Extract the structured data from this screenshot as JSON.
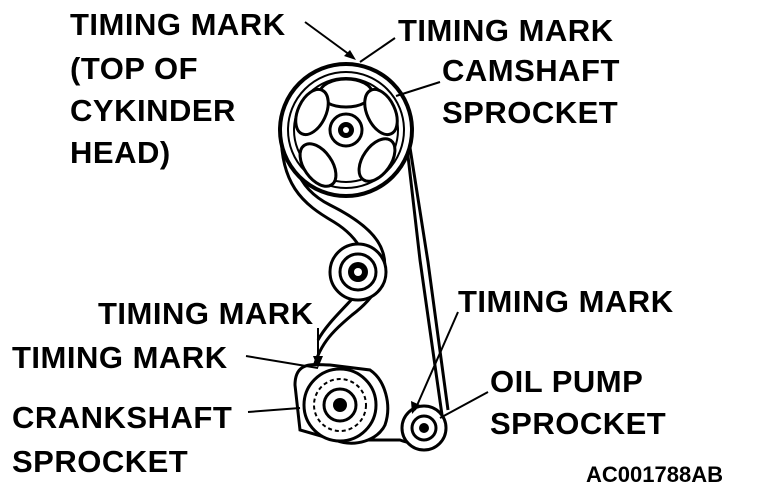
{
  "labels": {
    "timing_mark_head_1": "TIMING MARK",
    "timing_mark_head_2": "(TOP OF",
    "timing_mark_head_3": "CYKINDER",
    "timing_mark_head_4": "HEAD)",
    "timing_mark_cam": "TIMING MARK",
    "camshaft_1": "CAMSHAFT",
    "camshaft_2": "SPROCKET",
    "timing_mark_crank_upper": "TIMING MARK",
    "timing_mark_crank_lower": "TIMING MARK",
    "crankshaft_1": "CRANKSHAFT",
    "crankshaft_2": "SPROCKET",
    "timing_mark_oil": "TIMING MARK",
    "oil_pump_1": "OIL PUMP",
    "oil_pump_2": "SPROCKET"
  },
  "figure_code": "AC001788AB",
  "colors": {
    "ink": "#000000",
    "paper": "#ffffff"
  }
}
